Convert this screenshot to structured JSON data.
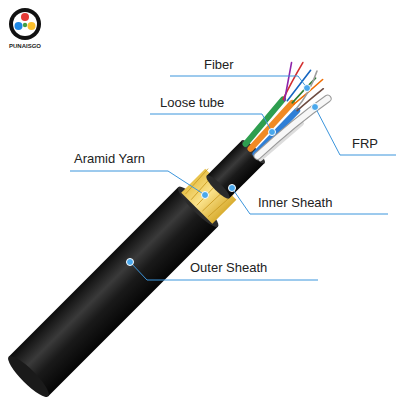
{
  "diagram": {
    "labels": [
      "PUNAISGO",
      "Fiber",
      "Loose tube",
      "FRP",
      "Aramid Yarn",
      "Inner Sheath",
      "Outer Sheath"
    ]
  }
}
